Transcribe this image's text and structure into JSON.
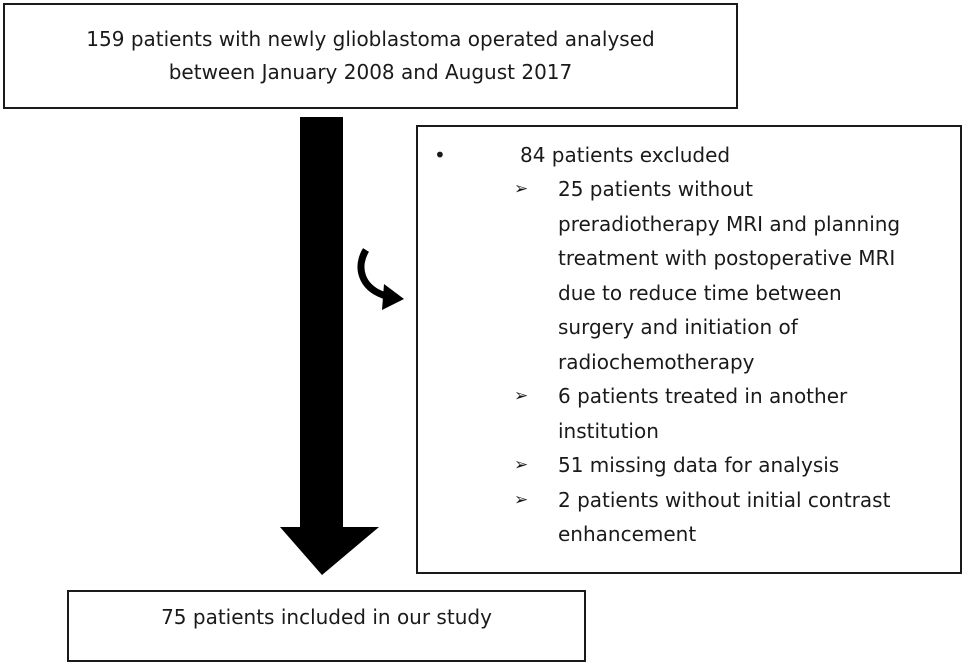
{
  "top_box": {
    "line1": "159 patients with newly glioblastoma operated analysed",
    "line2": "between January 2008 and August 2017"
  },
  "exclusion_box": {
    "bullet": "•",
    "header": "84 patients excluded",
    "marker": "➢",
    "items": [
      {
        "lines": [
          "25 patients without",
          "preradiotherapy MRI and planning",
          "treatment with postoperative MRI",
          "due to reduce time between",
          "surgery and initiation of",
          "radiochemotherapy"
        ]
      },
      {
        "lines": [
          "6 patients treated in another",
          "institution"
        ]
      },
      {
        "lines": [
          "51 missing data for analysis"
        ]
      },
      {
        "lines": [
          "2 patients without initial contrast",
          "enhancement"
        ]
      }
    ]
  },
  "bottom_box": {
    "text": "75 patients included in our study"
  },
  "colors": {
    "stroke": "#1a1a1a",
    "background": "#ffffff"
  },
  "icons": {
    "down_arrow": "down-arrow-icon",
    "curved_arrow": "curved-arrow-icon",
    "list_marker": "arrowhead-bullet-icon"
  }
}
